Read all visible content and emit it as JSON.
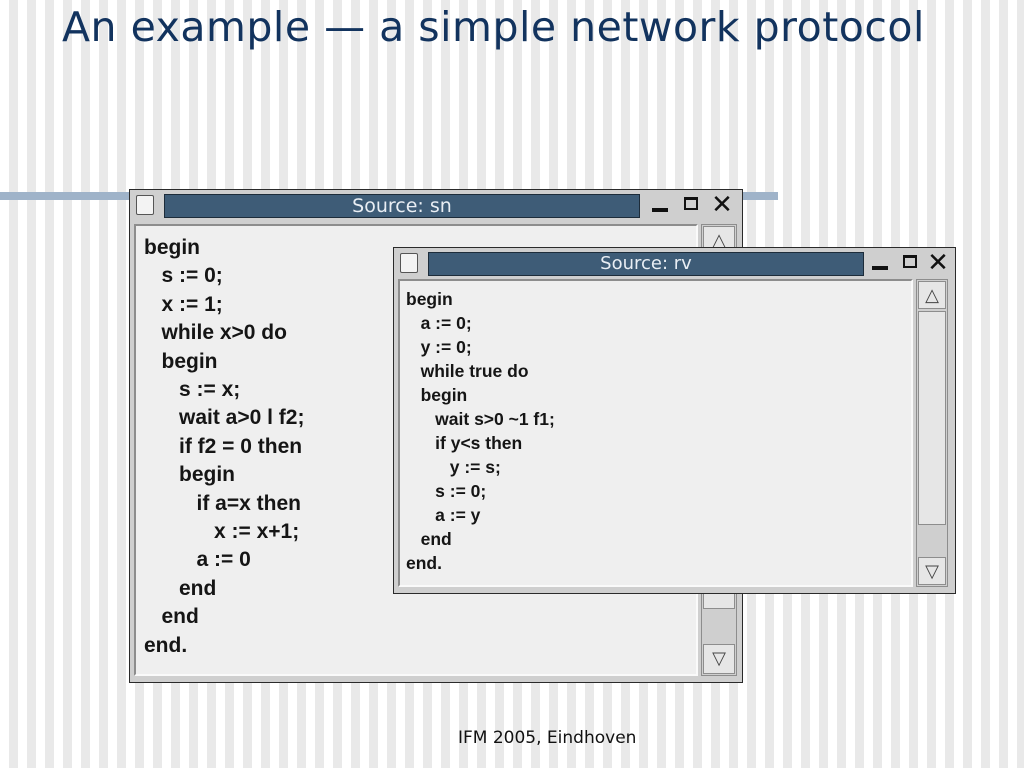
{
  "slide": {
    "title": "An example — a simple network protocol",
    "footer": "IFM 2005, Eindhoven"
  },
  "windows": {
    "sn": {
      "title": "Source: sn",
      "code": "begin\n   s := 0;\n   x := 1;\n   while x>0 do\n   begin\n      s := x;\n      wait a>0 l f2;\n      if f2 = 0 then\n      begin\n         if a=x then\n            x := x+1;\n         a := 0\n      end\n   end\nend."
    },
    "rv": {
      "title": "Source: rv",
      "code": "begin\n   a := 0;\n   y := 0;\n   while true do\n   begin\n      wait s>0 ~1 f1;\n      if y<s then\n         y := s;\n      s := 0;\n      a := y\n   end\nend."
    }
  },
  "icons": {
    "minimize": "minimize-icon",
    "maximize": "maximize-icon",
    "close": "close-icon",
    "scroll_up": "arrow-up-icon",
    "scroll_down": "arrow-down-icon",
    "close_glyph": "✕",
    "up_glyph": "△",
    "down_glyph": "▽"
  },
  "colors": {
    "title_text": "#12335e",
    "titlebar": "#3e5c77",
    "rule": "#9fb3c9"
  }
}
